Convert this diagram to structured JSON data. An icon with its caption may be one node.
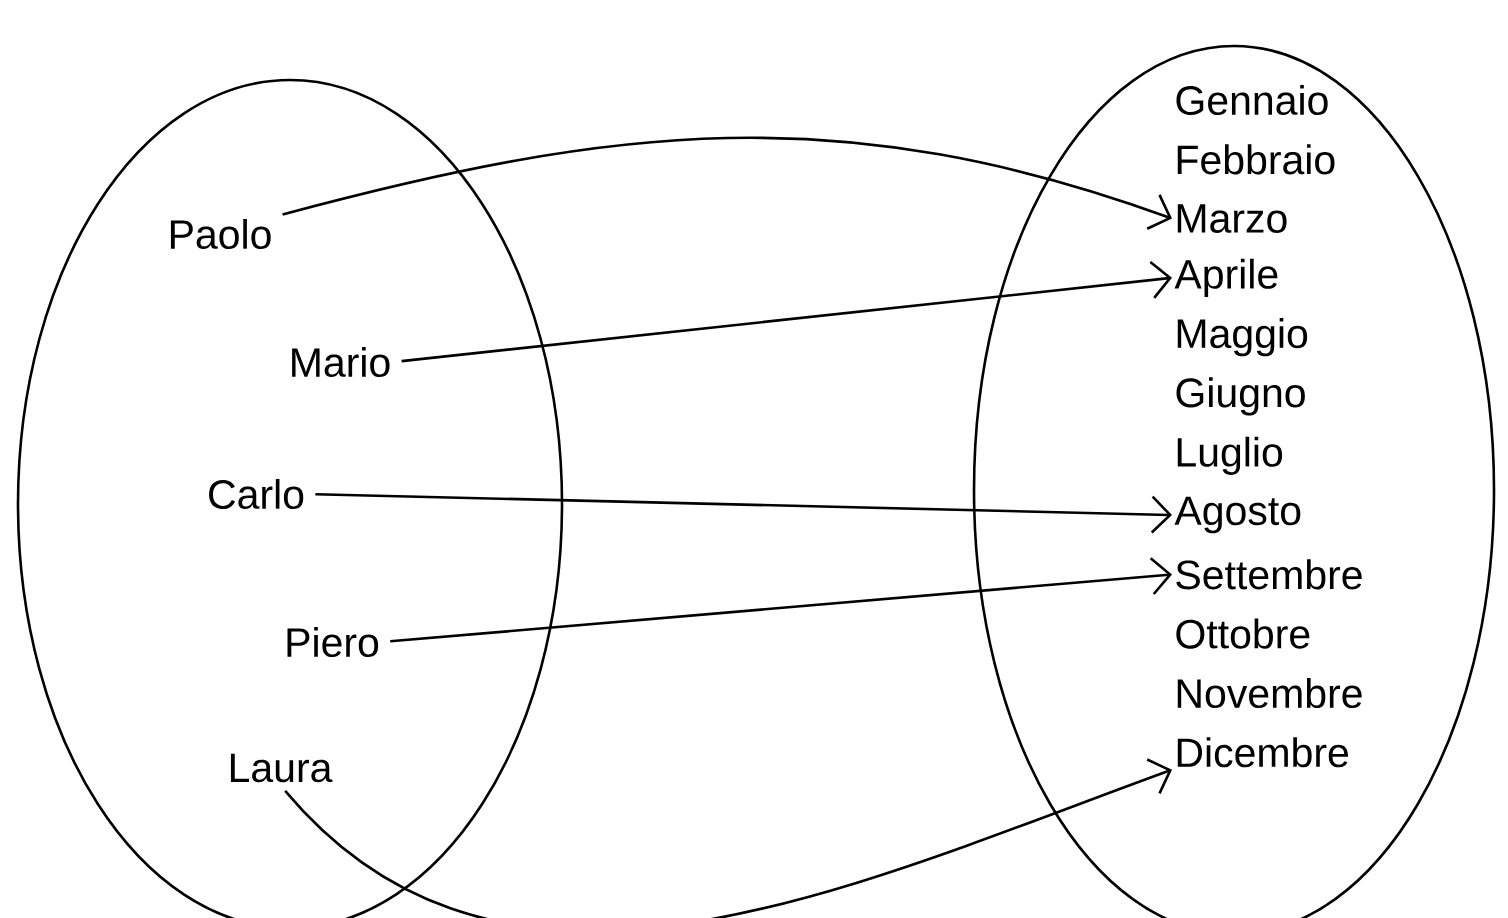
{
  "diagram": {
    "nodes": [
      {
        "text": [],
        "shape": "ellipse"
      },
      {
        "text": [
          "Paolo"
        ],
        "in": 0
      },
      {
        "text": [
          "Mario"
        ],
        "in": 0
      },
      {
        "text": [
          "Carlo"
        ],
        "in": 0
      },
      {
        "text": [
          "Piero"
        ],
        "in": 0
      },
      {
        "text": [
          "Laura"
        ],
        "in": 0
      },
      {
        "text": [],
        "shape": "ellipse"
      },
      {
        "text": [
          "Gennaio"
        ],
        "in": 6
      },
      {
        "text": [
          "Febbraio"
        ],
        "in": 6
      },
      {
        "text": [
          "Marzo"
        ],
        "in": 6
      },
      {
        "text": [
          "Aprile"
        ],
        "in": 6
      },
      {
        "text": [
          "Maggio"
        ],
        "in": 6
      },
      {
        "text": [
          "Giugno"
        ],
        "in": 6
      },
      {
        "text": [
          "Luglio"
        ],
        "in": 6
      },
      {
        "text": [
          "Agosto"
        ],
        "in": 6
      },
      {
        "text": [
          "Settembre"
        ],
        "in": 6
      },
      {
        "text": [
          "Ottobre"
        ],
        "in": 6
      },
      {
        "text": [
          "Novembre"
        ],
        "in": 6
      },
      {
        "text": [
          "Dicembre"
        ],
        "in": 6
      }
    ],
    "edges": [
      {
        "from": 1,
        "to": 9,
        "arrow": "to"
      },
      {
        "from": 2,
        "to": 10,
        "arrow": "to"
      },
      {
        "from": 3,
        "to": 14,
        "arrow": "to"
      },
      {
        "from": 4,
        "to": 15,
        "arrow": "to"
      },
      {
        "from": 5,
        "to": 18,
        "arrow": "to"
      }
    ]
  }
}
